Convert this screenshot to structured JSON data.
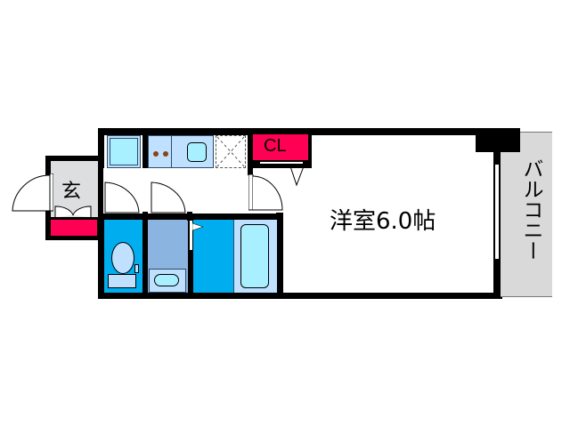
{
  "floorplan": {
    "rooms": {
      "entrance": {
        "label": "玄",
        "color": "#dcdedf"
      },
      "closet": {
        "label": "CL",
        "color": "#ff0055"
      },
      "western_room": {
        "label": "洋室6.0帖",
        "color": "#ffffff"
      },
      "balcony": {
        "label": "バルコニー",
        "color": "#d9d9d9"
      },
      "shoe_box": {
        "color": "#ff0055"
      },
      "toilet": {
        "color": "#00aeef"
      },
      "washroom": {
        "color": "#8cb4e0"
      },
      "bathroom": {
        "color": "#00aeef"
      }
    },
    "fixtures": [
      "refrigerator",
      "stove",
      "sink",
      "washing-machine-space",
      "toilet-bowl",
      "wash-basin",
      "bathtub"
    ],
    "colors": {
      "wall": "#000000",
      "fixture_fill": "#a8f0ff",
      "counter": "#bfe0ff",
      "burner": "#8b4513"
    }
  }
}
